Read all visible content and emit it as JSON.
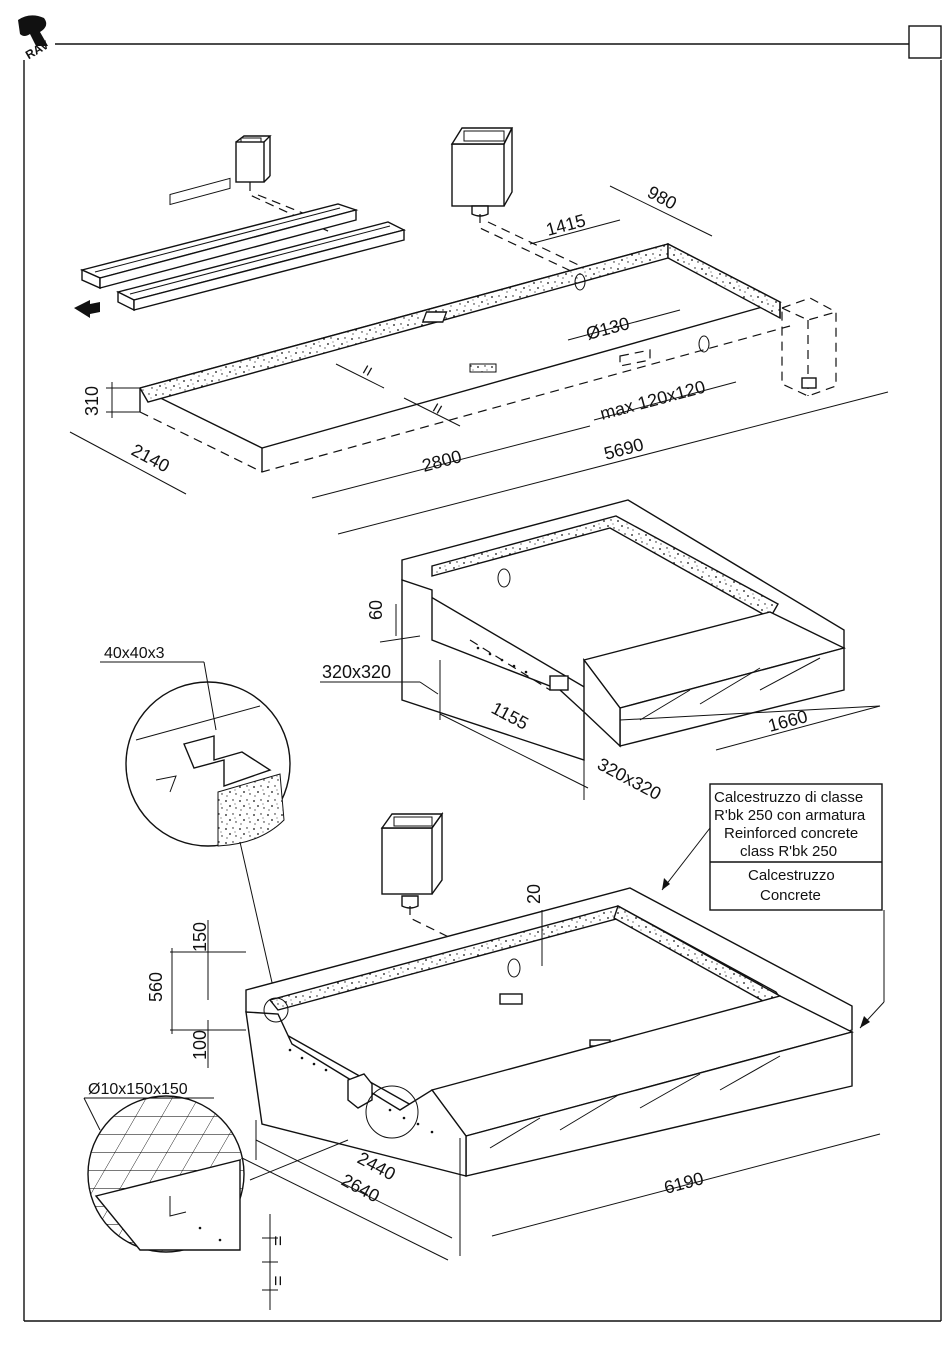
{
  "logo": {
    "text": "RAV"
  },
  "top_plan": {
    "dims": {
      "height_310": "310",
      "width_2140": "2140",
      "len_2800": "2800",
      "len_5690": "5690",
      "len_1415": "1415",
      "len_980": "980",
      "dia_130": "Ø130",
      "max_opening": "max 120x120",
      "equal_a": "=",
      "equal_b": "="
    }
  },
  "section_view": {
    "dims": {
      "d_60": "60",
      "d_320_left": "320x320",
      "d_1155": "1155",
      "d_320_right": "320x320",
      "d_1660": "1660"
    }
  },
  "detail_angle": {
    "label": "40x40x3"
  },
  "detail_mesh": {
    "label": "Ø10x150x150",
    "equal_a": "=",
    "equal_b": "="
  },
  "pit_view": {
    "dims": {
      "d_150": "150",
      "d_560": "560",
      "d_100": "100",
      "d_20": "20",
      "d_2440": "2440",
      "d_2640": "2640",
      "d_6190": "6190"
    }
  },
  "legend": {
    "reinforced_it_1": "Calcestruzzo di classe",
    "reinforced_it_2": "R'bk 250 con armatura",
    "reinforced_en_1": "Reinforced concrete",
    "reinforced_en_2": "class R'bk 250",
    "plain_it": "Calcestruzzo",
    "plain_en": "Concrete"
  }
}
